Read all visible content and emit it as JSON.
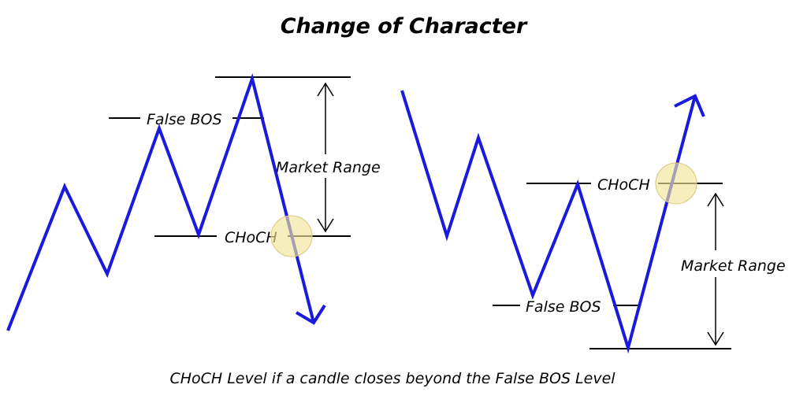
{
  "title": "Change of Character",
  "caption": "CHoCH Level if a candle closes beyond the False BOS Level",
  "left": {
    "false_bos_label": "False BOS",
    "choch_label": "CHoCH",
    "market_range_label": "Market Range"
  },
  "right": {
    "false_bos_label": "False BOS",
    "choch_label": "CHoCH",
    "market_range_label": "Market Range"
  },
  "colors": {
    "price_line": "#1a1adc",
    "highlight": "#f3e59a",
    "level_line": "#000000"
  }
}
